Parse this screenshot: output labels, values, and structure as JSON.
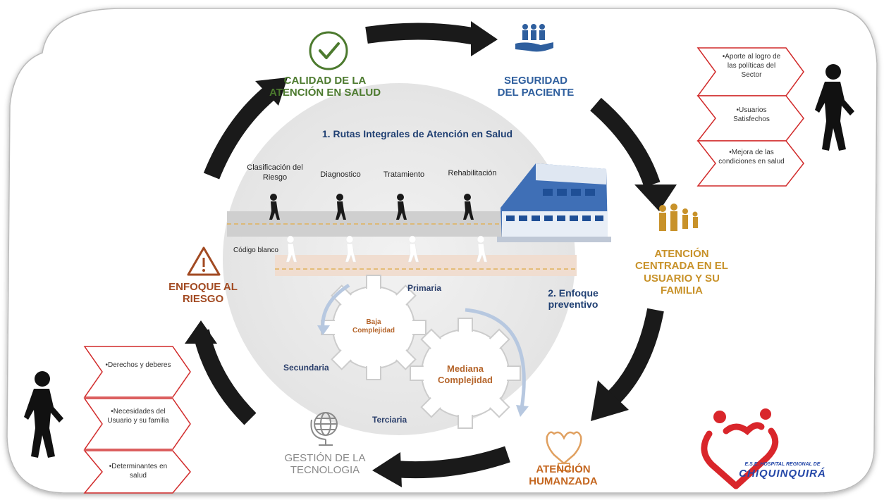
{
  "cycle": {
    "calidad": "CALIDAD DE LA ATENCIÓN EN SALUD",
    "seguridad": "SEGURIDAD DEL PACIENTE",
    "centrada": "ATENCIÓN CENTRADA EN EL USUARIO Y SU FAMILIA",
    "humanizada": "ATENCIÓN HUMANZADA",
    "tecnologia": "GESTIÓN DE LA TECNOLOGIA",
    "riesgo": "ENFOQUE AL RIESGO"
  },
  "center": {
    "title": "1. Rutas Integrales de Atención en Salud",
    "stages": [
      "Clasificación del Riesgo",
      "Diagnostico",
      "Tratamiento",
      "Rehabilitación"
    ],
    "codigo": "Código blanco",
    "preventivo": "2. Enfoque preventivo",
    "primaria": "Primaria",
    "secundaria": "Secundaria",
    "terciaria": "Terciaria",
    "baja": "Baja Complejidad",
    "mediana": "Mediana Complejidad"
  },
  "outcomes": [
    "•Aporte al logro de las políticas del Sector",
    "•Usuarios Satisfechos",
    "•Mejora de las condiciones en salud"
  ],
  "inputs": [
    "•Derechos y deberes",
    "•Necesidades del Usuario y su familia",
    "•Determinantes en salud"
  ],
  "logo": {
    "small": "E.S.E. HOSPITAL REGIONAL DE",
    "big": "CHIQUINQUIRÁ"
  },
  "colors": {
    "green": "#4c7a2e",
    "blue": "#2f5f9e",
    "gold": "#c8922a",
    "orange": "#c4661f",
    "gray": "#8a8a8a",
    "brown": "#a24a22",
    "chevron_border": "#d12a2a",
    "logo_red": "#d9262b",
    "logo_blue": "#2447a8"
  }
}
